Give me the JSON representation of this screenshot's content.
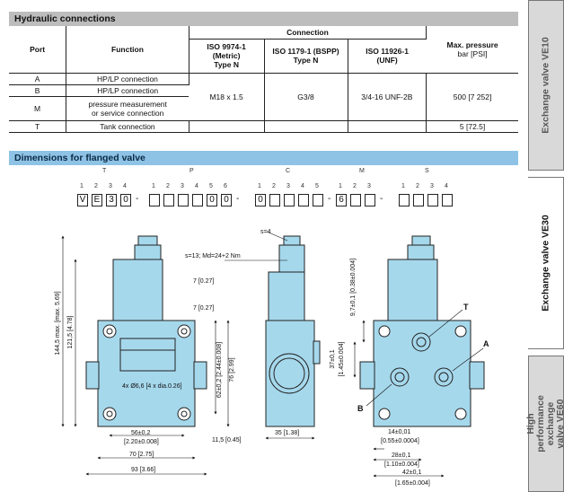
{
  "sections": {
    "hydraulic": "Hydraulic connections",
    "dimensions": "Dimensions for flanged valve"
  },
  "table": {
    "port_h": "Port",
    "function_h": "Function",
    "connection_h": "Connection",
    "iso9974_l1": "ISO 9974-1",
    "iso9974_l2": "(Metric)",
    "iso9974_l3": "Type N",
    "iso1179_l1": "ISO 1179-1 (BSPP)",
    "iso1179_l2": "Type N",
    "iso11926_l1": "ISO 11926-1",
    "iso11926_l2": "(UNF)",
    "maxp_l1": "Max. pressure",
    "maxp_l2": "bar [PSI]",
    "rows": [
      {
        "port": "A",
        "function": "HP/LP connection"
      },
      {
        "port": "B",
        "function": "HP/LP connection"
      },
      {
        "port": "M",
        "function": "pressure measurement",
        "function2": "or service connection"
      },
      {
        "port": "T",
        "function": "Tank connection"
      }
    ],
    "metric": "M18 x 1.5",
    "bspp": "G3/8",
    "unf": "3/4-16 UNF-2B",
    "p_hp": "500 [7 252]",
    "p_tank": "5 [72.5]"
  },
  "code": {
    "groups": [
      "T",
      "P",
      "C",
      "M",
      "S"
    ],
    "idx4": [
      "1",
      "2",
      "3",
      "4"
    ],
    "idx6": [
      "1",
      "2",
      "3",
      "4",
      "5",
      "6"
    ],
    "idx5": [
      "1",
      "2",
      "3",
      "4",
      "5"
    ],
    "idx3": [
      "1",
      "2",
      "3"
    ],
    "t_vals": [
      "V",
      "E",
      "3",
      "0"
    ],
    "p_vals": [
      "",
      "",
      "",
      "",
      "0",
      "0"
    ],
    "c_vals": [
      "0",
      "",
      "",
      "",
      ""
    ],
    "m_vals": [
      "6",
      "",
      ""
    ],
    "s_vals": [
      "",
      "",
      "",
      ""
    ],
    "sep": "-"
  },
  "dims": {
    "d_144": "144,5 max. [max. 5.69]",
    "d_121": "121,5 [4.78]",
    "d_7a": "7 [0.27]",
    "d_7b": "7 [0.27]",
    "d_62": "62±0,2 [2.44±0.008]",
    "d_76": "76 [2.99]",
    "holes": "4x Ø6,6 [4 x dia.0.26]",
    "d_56": "56±0,2",
    "d_56b": "[2.20±0.008]",
    "d_70": "70 [2.75]",
    "d_11": "11,5 [0.45]",
    "d_93": "93 [3.66]",
    "s4": "s=4",
    "s13": "s=13; Md=24+2 Nm",
    "d_35": "35 [1.38]",
    "d_97": "9,7±0,1 [0.38±0.004]",
    "d_37": "37±0,1",
    "d_37b": "[1.45±0.004]",
    "d_14": "14±0,01",
    "d_14b": "[0.55±0.0004]",
    "d_28": "28±0,1",
    "d_28b": "[1.10±0.004]",
    "d_42": "42±0,1",
    "d_42b": "[1.65±0.004]",
    "lbl_T": "T",
    "lbl_A": "A",
    "lbl_B": "B"
  },
  "tabs": [
    "Exchange valve VE10",
    "Exchange valve VE30",
    "High performance exchange valve VE60"
  ],
  "colors": {
    "part": "#a6d8ec",
    "bar_blue": "#8ec3e6",
    "bar_grey": "#bdbdbd"
  }
}
